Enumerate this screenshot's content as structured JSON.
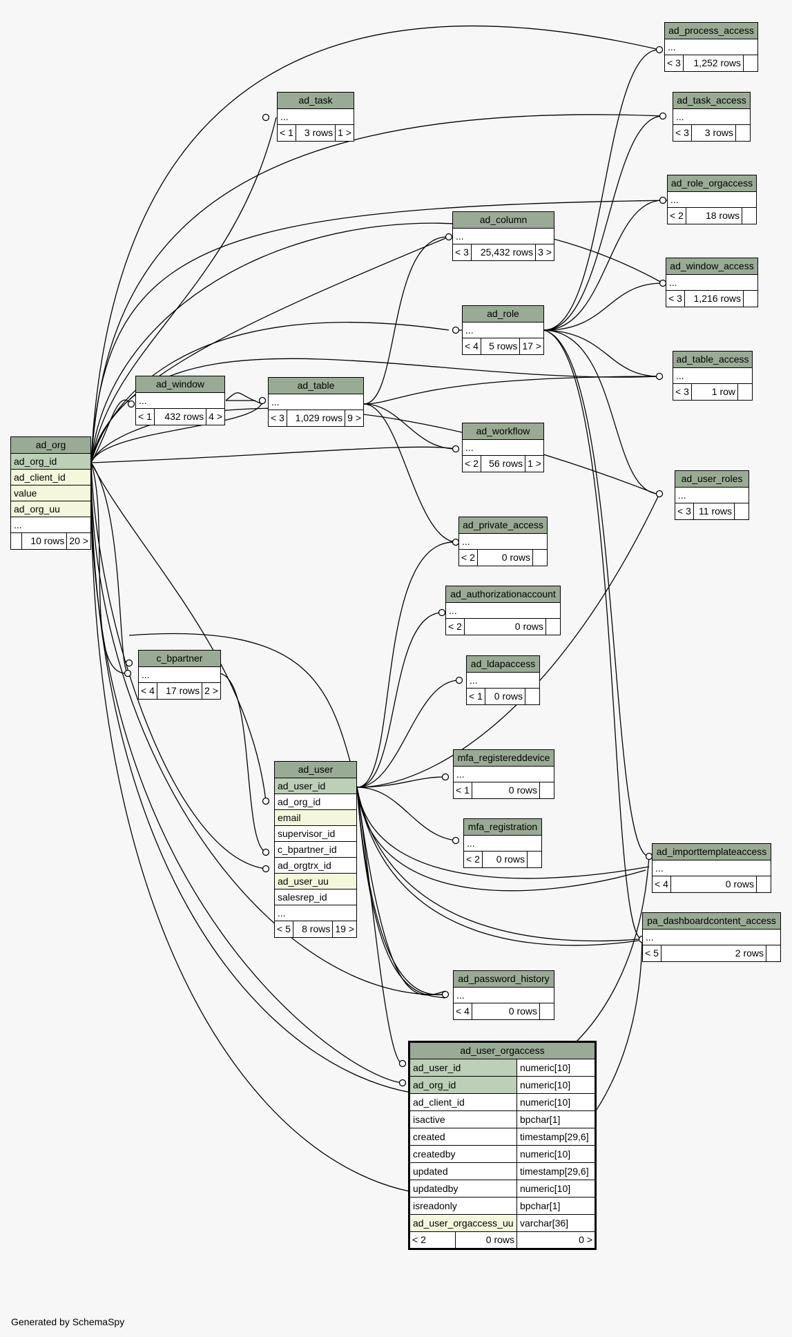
{
  "footer": "Generated by SchemaSpy",
  "colors": {
    "header": "#9aab95",
    "primary_key": "#bccfb7",
    "unique": "#f5f7dc",
    "background": "#f7f7f7"
  },
  "tables": {
    "ad_process_access": {
      "name": "ad_process_access",
      "row": "...",
      "parents": "< 3",
      "rows": "1,252 rows",
      "children": ""
    },
    "ad_task": {
      "name": "ad_task",
      "row": "...",
      "parents": "< 1",
      "rows": "3 rows",
      "children": "1 >"
    },
    "ad_task_access": {
      "name": "ad_task_access",
      "row": "...",
      "parents": "< 3",
      "rows": "3 rows",
      "children": ""
    },
    "ad_role_orgaccess": {
      "name": "ad_role_orgaccess",
      "row": "...",
      "parents": "< 2",
      "rows": "18 rows",
      "children": ""
    },
    "ad_column": {
      "name": "ad_column",
      "row": "...",
      "parents": "< 3",
      "rows": "25,432 rows",
      "children": "3 >"
    },
    "ad_window_access": {
      "name": "ad_window_access",
      "row": "...",
      "parents": "< 3",
      "rows": "1,216 rows",
      "children": ""
    },
    "ad_role": {
      "name": "ad_role",
      "row": "...",
      "parents": "< 4",
      "rows": "5 rows",
      "children": "17 >"
    },
    "ad_table_access": {
      "name": "ad_table_access",
      "row": "...",
      "parents": "< 3",
      "rows": "1 row",
      "children": ""
    },
    "ad_window": {
      "name": "ad_window",
      "row": "...",
      "parents": "< 1",
      "rows": "432 rows",
      "children": "4 >"
    },
    "ad_table": {
      "name": "ad_table",
      "row": "...",
      "parents": "< 3",
      "rows": "1,029 rows",
      "children": "9 >"
    },
    "ad_workflow": {
      "name": "ad_workflow",
      "row": "...",
      "parents": "< 2",
      "rows": "56 rows",
      "children": "1 >"
    },
    "ad_org": {
      "name": "ad_org",
      "cols": [
        "ad_org_id",
        "ad_client_id",
        "value",
        "ad_org_uu",
        "..."
      ],
      "parents": "",
      "rows": "10 rows",
      "children": "20 >"
    },
    "ad_user_roles": {
      "name": "ad_user_roles",
      "row": "...",
      "parents": "< 3",
      "rows": "11 rows",
      "children": ""
    },
    "ad_private_access": {
      "name": "ad_private_access",
      "row": "...",
      "parents": "< 2",
      "rows": "0 rows",
      "children": ""
    },
    "ad_authorizationaccount": {
      "name": "ad_authorizationaccount",
      "row": "...",
      "parents": "< 2",
      "rows": "0 rows",
      "children": ""
    },
    "c_bpartner": {
      "name": "c_bpartner",
      "row": "...",
      "parents": "< 4",
      "rows": "17 rows",
      "children": "2 >"
    },
    "ad_ldapaccess": {
      "name": "ad_ldapaccess",
      "row": "...",
      "parents": "< 1",
      "rows": "0 rows",
      "children": ""
    },
    "mfa_registereddevice": {
      "name": "mfa_registereddevice",
      "row": "...",
      "parents": "< 1",
      "rows": "0 rows",
      "children": ""
    },
    "ad_user": {
      "name": "ad_user",
      "cols": [
        "ad_user_id",
        "ad_org_id",
        "email",
        "supervisor_id",
        "c_bpartner_id",
        "ad_orgtrx_id",
        "ad_user_uu",
        "salesrep_id",
        "..."
      ],
      "parents": "< 5",
      "rows": "8 rows",
      "children": "19 >"
    },
    "mfa_registration": {
      "name": "mfa_registration",
      "row": "...",
      "parents": "< 2",
      "rows": "0 rows",
      "children": ""
    },
    "ad_importtemplateaccess": {
      "name": "ad_importtemplateaccess",
      "row": "...",
      "parents": "< 4",
      "rows": "0 rows",
      "children": ""
    },
    "pa_dashboardcontent_access": {
      "name": "pa_dashboardcontent_access",
      "row": "...",
      "parents": "< 5",
      "rows": "2 rows",
      "children": ""
    },
    "ad_password_history": {
      "name": "ad_password_history",
      "row": "...",
      "parents": "< 4",
      "rows": "0 rows",
      "children": ""
    },
    "ad_user_orgaccess": {
      "name": "ad_user_orgaccess",
      "cols": [
        {
          "name": "ad_user_id",
          "type": "numeric[10]"
        },
        {
          "name": "ad_org_id",
          "type": "numeric[10]"
        },
        {
          "name": "ad_client_id",
          "type": "numeric[10]"
        },
        {
          "name": "isactive",
          "type": "bpchar[1]"
        },
        {
          "name": "created",
          "type": "timestamp[29,6]"
        },
        {
          "name": "createdby",
          "type": "numeric[10]"
        },
        {
          "name": "updated",
          "type": "timestamp[29,6]"
        },
        {
          "name": "updatedby",
          "type": "numeric[10]"
        },
        {
          "name": "isreadonly",
          "type": "bpchar[1]"
        },
        {
          "name": "ad_user_orgaccess_uu",
          "type": "varchar[36]"
        }
      ],
      "parents": "< 2",
      "rows": "0 rows",
      "children": "0 >"
    }
  }
}
